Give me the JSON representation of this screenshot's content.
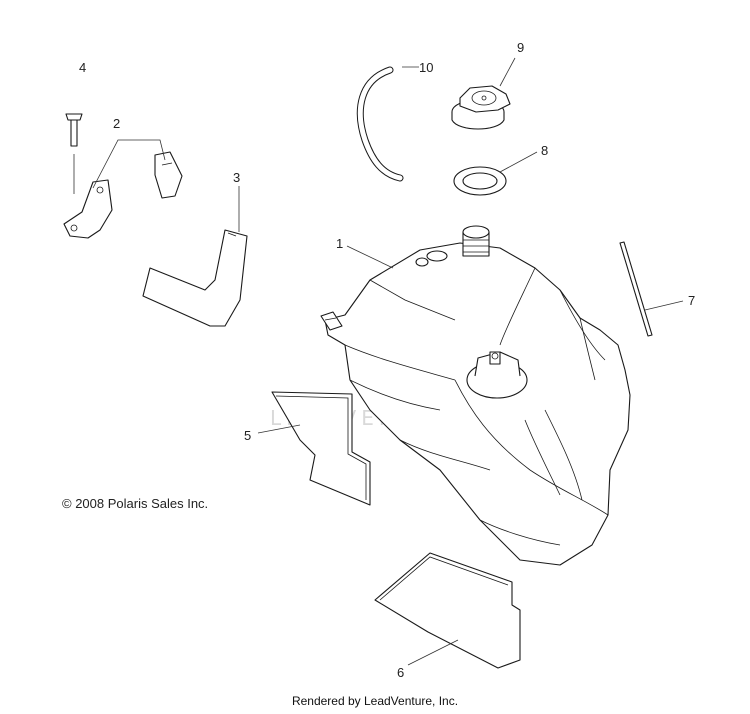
{
  "callouts": [
    {
      "id": "1",
      "label": "1"
    },
    {
      "id": "2",
      "label": "2"
    },
    {
      "id": "3",
      "label": "3"
    },
    {
      "id": "4",
      "label": "4"
    },
    {
      "id": "5",
      "label": "5"
    },
    {
      "id": "6",
      "label": "6"
    },
    {
      "id": "7",
      "label": "7"
    },
    {
      "id": "8",
      "label": "8"
    },
    {
      "id": "9",
      "label": "9"
    },
    {
      "id": "10",
      "label": "10"
    }
  ],
  "copyright": "© 2008 Polaris Sales Inc.",
  "watermark": "LEADVENTURE",
  "footer": "Rendered by LeadVenture, Inc."
}
